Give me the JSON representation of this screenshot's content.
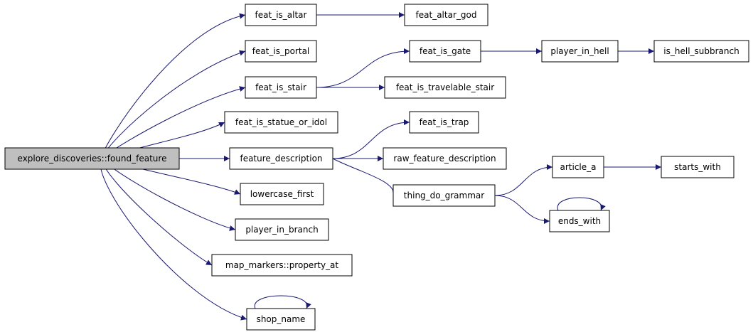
{
  "graph": {
    "root_fill": "#bfbfbf",
    "node_fill": "#ffffff",
    "edge_color": "#191970",
    "nodes": [
      {
        "id": "root",
        "label": "explore_discoveries::found_feature"
      },
      {
        "id": "feat_is_altar",
        "label": "feat_is_altar"
      },
      {
        "id": "feat_altar_god",
        "label": "feat_altar_god"
      },
      {
        "id": "feat_is_portal",
        "label": "feat_is_portal"
      },
      {
        "id": "feat_is_stair",
        "label": "feat_is_stair"
      },
      {
        "id": "feat_is_gate",
        "label": "feat_is_gate"
      },
      {
        "id": "player_in_hell",
        "label": "player_in_hell"
      },
      {
        "id": "is_hell_subbranch",
        "label": "is_hell_subbranch"
      },
      {
        "id": "feat_is_travelable_stair",
        "label": "feat_is_travelable_stair"
      },
      {
        "id": "feat_is_statue_or_idol",
        "label": "feat_is_statue_or_idol"
      },
      {
        "id": "feat_is_trap",
        "label": "feat_is_trap"
      },
      {
        "id": "feature_description",
        "label": "feature_description"
      },
      {
        "id": "raw_feature_description",
        "label": "raw_feature_description"
      },
      {
        "id": "thing_do_grammar",
        "label": "thing_do_grammar"
      },
      {
        "id": "article_a",
        "label": "article_a"
      },
      {
        "id": "starts_with",
        "label": "starts_with"
      },
      {
        "id": "ends_with",
        "label": "ends_with"
      },
      {
        "id": "lowercase_first",
        "label": "lowercase_first"
      },
      {
        "id": "player_in_branch",
        "label": "player_in_branch"
      },
      {
        "id": "map_markers_property_at",
        "label": "map_markers::property_at"
      },
      {
        "id": "shop_name",
        "label": "shop_name"
      }
    ],
    "edges": [
      {
        "from": "root",
        "to": "feat_is_altar"
      },
      {
        "from": "feat_is_altar",
        "to": "feat_altar_god"
      },
      {
        "from": "root",
        "to": "feat_is_portal"
      },
      {
        "from": "root",
        "to": "feat_is_stair"
      },
      {
        "from": "feat_is_stair",
        "to": "feat_is_gate"
      },
      {
        "from": "feat_is_gate",
        "to": "player_in_hell"
      },
      {
        "from": "player_in_hell",
        "to": "is_hell_subbranch"
      },
      {
        "from": "feat_is_stair",
        "to": "feat_is_travelable_stair"
      },
      {
        "from": "root",
        "to": "feat_is_statue_or_idol"
      },
      {
        "from": "root",
        "to": "feature_description"
      },
      {
        "from": "feature_description",
        "to": "feat_is_trap"
      },
      {
        "from": "feature_description",
        "to": "raw_feature_description"
      },
      {
        "from": "feature_description",
        "to": "thing_do_grammar"
      },
      {
        "from": "thing_do_grammar",
        "to": "article_a"
      },
      {
        "from": "article_a",
        "to": "starts_with"
      },
      {
        "from": "thing_do_grammar",
        "to": "ends_with"
      },
      {
        "from": "ends_with",
        "to": "ends_with"
      },
      {
        "from": "root",
        "to": "lowercase_first"
      },
      {
        "from": "root",
        "to": "player_in_branch"
      },
      {
        "from": "root",
        "to": "map_markers_property_at"
      },
      {
        "from": "root",
        "to": "shop_name"
      },
      {
        "from": "shop_name",
        "to": "shop_name"
      }
    ]
  }
}
